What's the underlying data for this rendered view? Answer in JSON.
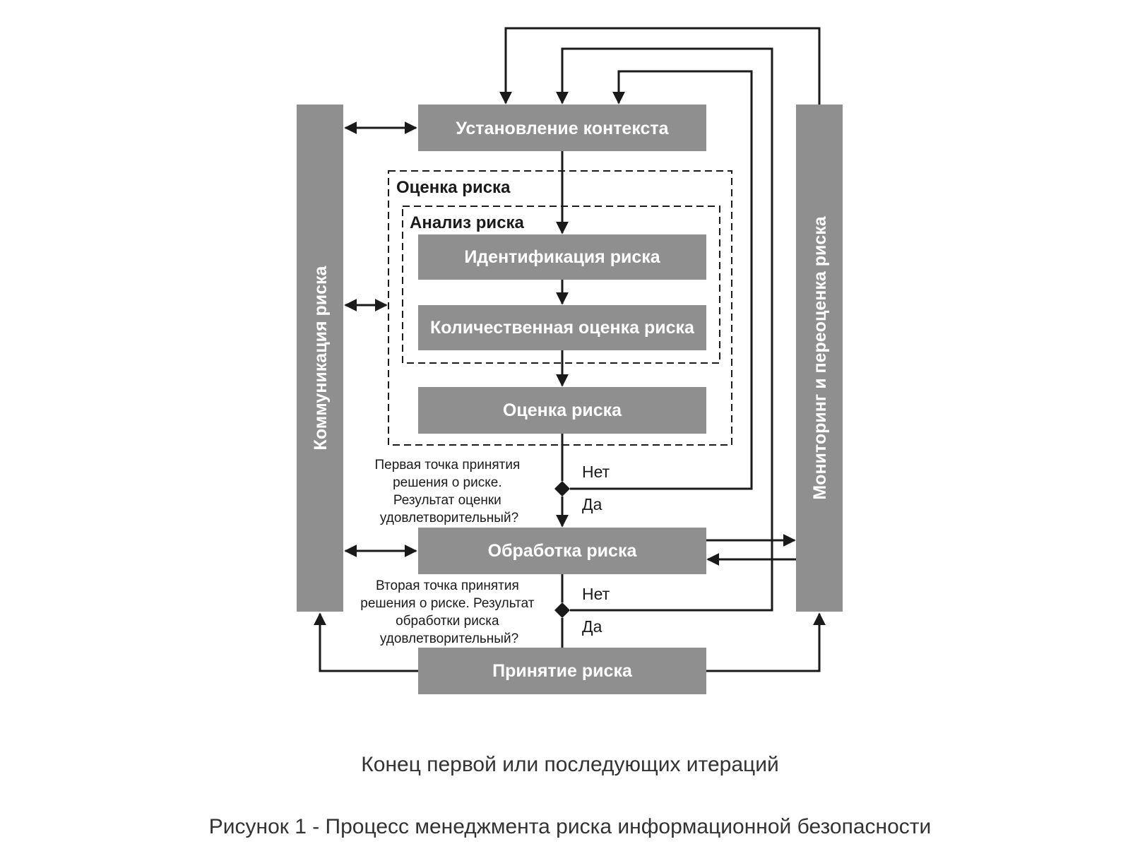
{
  "diagram": {
    "boxes": {
      "context": "Установление контекста",
      "identification": "Идентификация риска",
      "quantitative": "Количественная оценка риска",
      "evaluation": "Оценка риска",
      "treatment": "Обработка риска",
      "acceptance": "Принятие риска",
      "communication": "Коммуникация риска",
      "monitoring": "Мониторинг и переоценка риска"
    },
    "frames": {
      "assessment": "Оценка риска",
      "analysis": "Анализ риска"
    },
    "decision1": {
      "lines": [
        "Первая точка принятия",
        "решения о риске.",
        "Результат оценки",
        "удовлетворительный?"
      ],
      "no": "Нет",
      "yes": "Да"
    },
    "decision2": {
      "lines": [
        "Вторая точка принятия",
        "решения о риске. Результат",
        "обработки риска",
        "удовлетворительный?"
      ],
      "no": "Нет",
      "yes": "Да"
    }
  },
  "captions": {
    "end_iteration": "Конец первой или последующих итераций",
    "figure": "Рисунок 1 - Процесс менеджмента риска информационной безопасности"
  },
  "colors": {
    "box_fill": "#8f8f8f",
    "line": "#1a1a1a",
    "box_text": "#ffffff"
  }
}
